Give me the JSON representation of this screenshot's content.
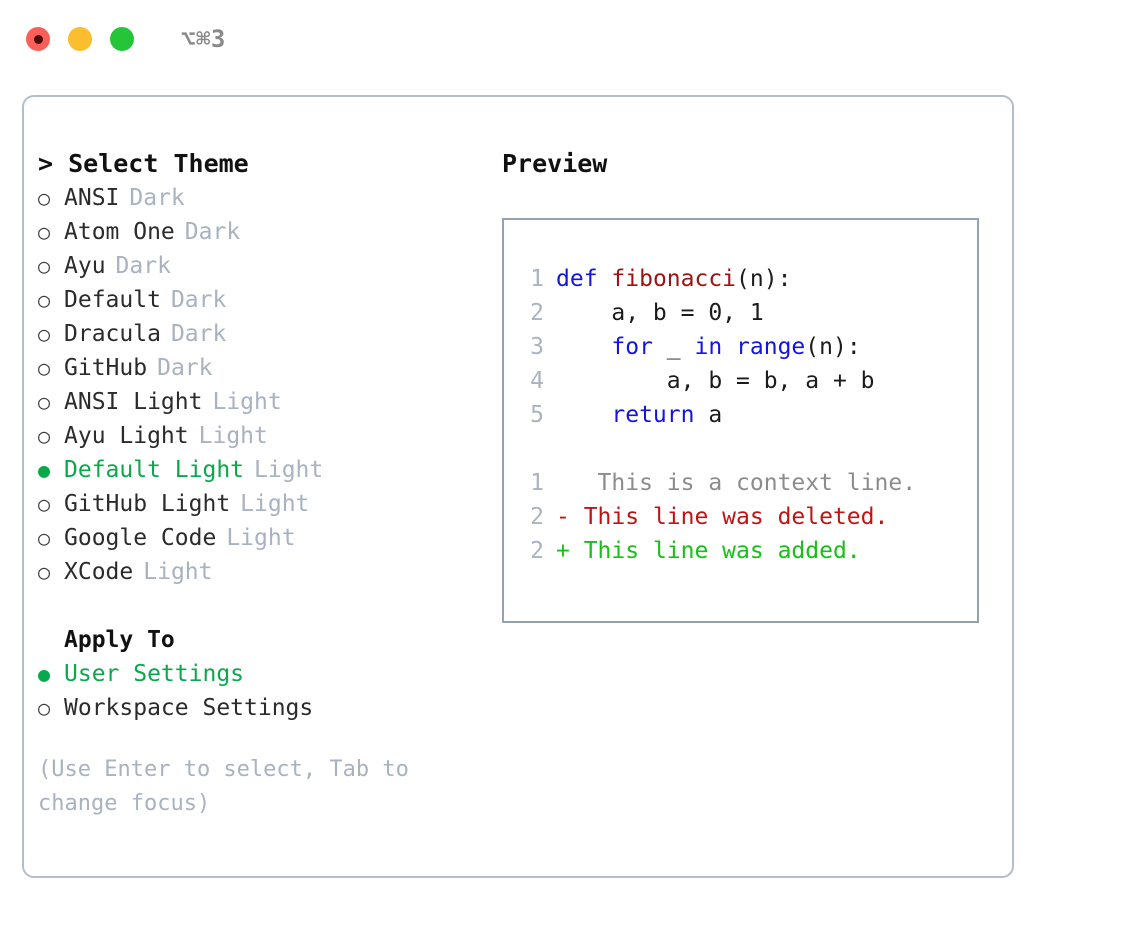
{
  "titlebar": {
    "shortcut": "⌥⌘3",
    "lights": [
      {
        "name": "close",
        "color": "#fb5f57"
      },
      {
        "name": "minimize",
        "color": "#fcbd2e"
      },
      {
        "name": "maximize",
        "color": "#25c53a"
      }
    ]
  },
  "theme_panel": {
    "header": "> Select Theme",
    "themes": [
      {
        "bullet": "○",
        "label": "ANSI",
        "tag": "Dark",
        "selected": false
      },
      {
        "bullet": "○",
        "label": "Atom One",
        "tag": "Dark",
        "selected": false
      },
      {
        "bullet": "○",
        "label": "Ayu",
        "tag": "Dark",
        "selected": false
      },
      {
        "bullet": "○",
        "label": "Default",
        "tag": "Dark",
        "selected": false
      },
      {
        "bullet": "○",
        "label": "Dracula",
        "tag": "Dark",
        "selected": false
      },
      {
        "bullet": "○",
        "label": "GitHub",
        "tag": "Dark",
        "selected": false
      },
      {
        "bullet": "○",
        "label": "ANSI Light",
        "tag": "Light",
        "selected": false
      },
      {
        "bullet": "○",
        "label": "Ayu Light",
        "tag": "Light",
        "selected": false
      },
      {
        "bullet": "●",
        "label": "Default Light",
        "tag": "Light",
        "selected": true
      },
      {
        "bullet": "○",
        "label": "GitHub Light",
        "tag": "Light",
        "selected": false
      },
      {
        "bullet": "○",
        "label": "Google Code",
        "tag": "Light",
        "selected": false
      },
      {
        "bullet": "○",
        "label": "XCode",
        "tag": "Light",
        "selected": false
      }
    ],
    "apply_to": {
      "heading": "Apply To",
      "options": [
        {
          "bullet": "●",
          "label": "User Settings",
          "selected": true
        },
        {
          "bullet": "○",
          "label": "Workspace Settings",
          "selected": false
        }
      ]
    },
    "hint": "(Use Enter to select, Tab to change focus)"
  },
  "preview": {
    "title": "Preview",
    "code": [
      {
        "number": "1",
        "tokens": [
          {
            "text": "def",
            "kind": "kw"
          },
          {
            "text": " ",
            "kind": "pl"
          },
          {
            "text": "fibonacci",
            "kind": "fn"
          },
          {
            "text": "(n):",
            "kind": "pl"
          }
        ]
      },
      {
        "number": "2",
        "tokens": [
          {
            "text": "    a, b = 0, 1",
            "kind": "pl"
          }
        ]
      },
      {
        "number": "3",
        "tokens": [
          {
            "text": "    ",
            "kind": "pl"
          },
          {
            "text": "for",
            "kind": "kw"
          },
          {
            "text": " _ ",
            "kind": "pl"
          },
          {
            "text": "in",
            "kind": "kw"
          },
          {
            "text": " ",
            "kind": "pl"
          },
          {
            "text": "range",
            "kind": "kw"
          },
          {
            "text": "(n):",
            "kind": "pl"
          }
        ]
      },
      {
        "number": "4",
        "tokens": [
          {
            "text": "        a, b = b, a + b",
            "kind": "pl"
          }
        ]
      },
      {
        "number": "5",
        "tokens": [
          {
            "text": "    ",
            "kind": "pl"
          },
          {
            "text": "return",
            "kind": "kw"
          },
          {
            "text": " a",
            "kind": "pl"
          }
        ]
      }
    ],
    "diff": [
      {
        "number": "1",
        "marker": " ",
        "text": "  This is a context line.",
        "kind": "ctx"
      },
      {
        "number": "2",
        "marker": "-",
        "text": " This line was deleted.",
        "kind": "del"
      },
      {
        "number": "2",
        "marker": "+",
        "text": " This line was added.",
        "kind": "add"
      }
    ]
  },
  "colors": {
    "accent_green": "#0ba84b",
    "muted": "#a8b2c0",
    "keyword": "#1414e0",
    "function": "#9e1212",
    "diff_added": "#16c116",
    "diff_deleted": "#c01414",
    "border": "#b3bdcb"
  }
}
